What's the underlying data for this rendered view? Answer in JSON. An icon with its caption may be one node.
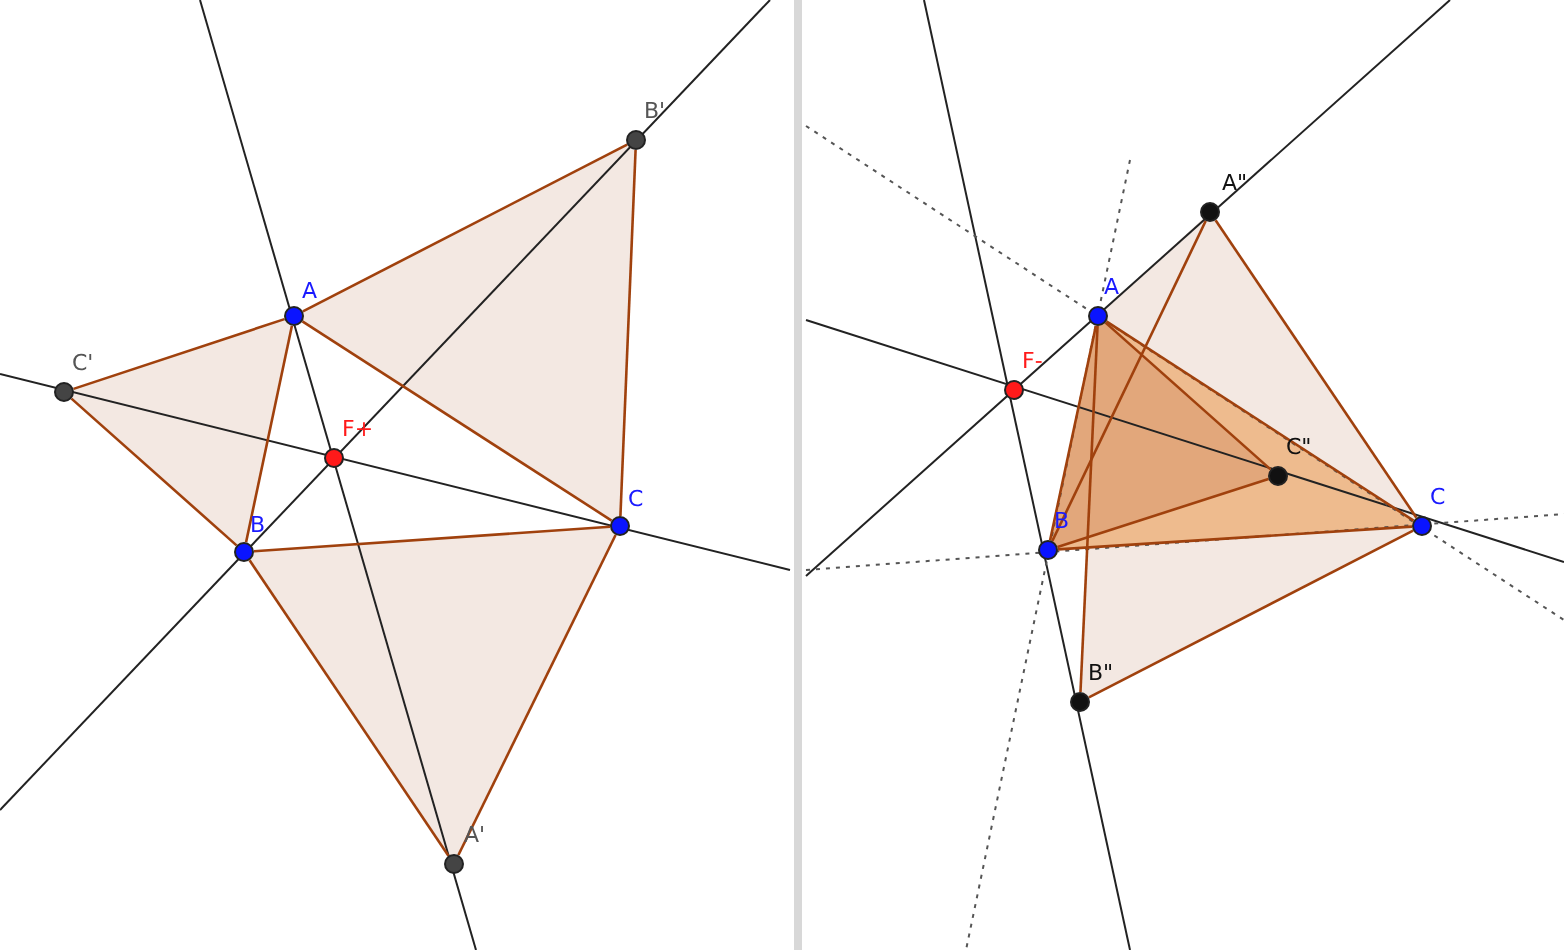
{
  "diagram": {
    "nodes": [
      {
        "text": [
          "B'"
        ]
      },
      {
        "text": [
          "A"
        ]
      },
      {
        "text": [
          "C'"
        ]
      },
      {
        "text": [
          "F+"
        ]
      },
      {
        "text": [
          "C"
        ]
      },
      {
        "text": [
          "B"
        ]
      },
      {
        "text": [
          "A'"
        ]
      },
      {
        "text": [
          "A\""
        ]
      },
      {
        "text": [
          "A"
        ]
      },
      {
        "text": [
          "F-"
        ]
      },
      {
        "text": [
          "C\""
        ]
      },
      {
        "text": [
          "C"
        ]
      },
      {
        "text": [
          "B"
        ]
      },
      {
        "text": [
          "B\""
        ]
      }
    ],
    "edges": [
      {
        "from": 1,
        "to": 5,
        "arrow": "none"
      },
      {
        "from": 5,
        "to": 4,
        "arrow": "none"
      },
      {
        "from": 4,
        "to": 1,
        "arrow": "none"
      },
      {
        "from": 1,
        "to": 0,
        "arrow": "none"
      },
      {
        "from": 0,
        "to": 4,
        "arrow": "none"
      },
      {
        "from": 1,
        "to": 2,
        "arrow": "none"
      },
      {
        "from": 2,
        "to": 5,
        "arrow": "none"
      },
      {
        "from": 5,
        "to": 6,
        "arrow": "none"
      },
      {
        "from": 6,
        "to": 4,
        "arrow": "none"
      },
      {
        "from": 8,
        "to": 12,
        "arrow": "none"
      },
      {
        "from": 12,
        "to": 11,
        "arrow": "none"
      },
      {
        "from": 11,
        "to": 8,
        "arrow": "none"
      },
      {
        "from": 7,
        "to": 12,
        "arrow": "none"
      },
      {
        "from": 7,
        "to": 11,
        "arrow": "none"
      },
      {
        "from": 13,
        "to": 8,
        "arrow": "none"
      },
      {
        "from": 13,
        "to": 11,
        "arrow": "none"
      },
      {
        "from": 10,
        "to": 8,
        "arrow": "none"
      },
      {
        "from": 10,
        "to": 12,
        "arrow": "none"
      }
    ]
  }
}
